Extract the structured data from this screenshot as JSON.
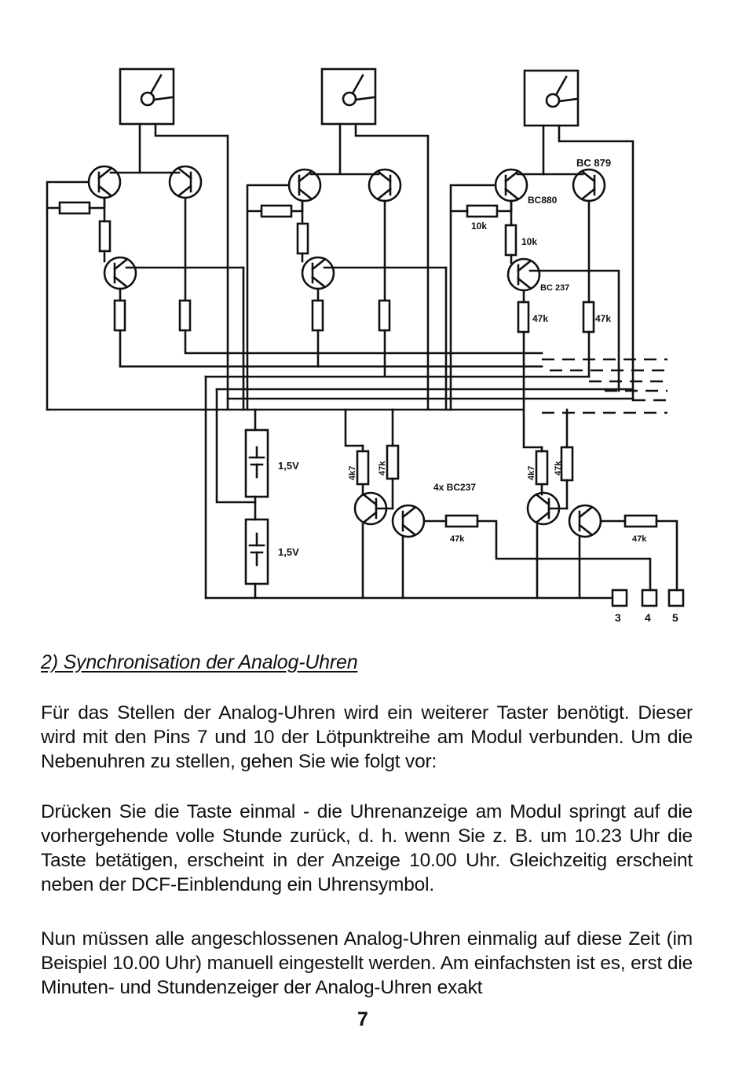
{
  "schematic": {
    "labels": {
      "bc879": "BC 879",
      "bc880": "BC880",
      "bc237": "BC 237",
      "r10k_a": "10k",
      "r10k_b": "10k",
      "r47k_a": "47k",
      "r47k_b": "47k",
      "battery1": "1,5V",
      "battery2": "1,5V",
      "r4k7_a": "4k7",
      "r47k_c": "47k",
      "transistors": "4x BC237",
      "r4k7_b": "4k7",
      "r47k_d": "47k",
      "r47k_e": "47k",
      "r47k_f": "47k",
      "pin3": "3",
      "pin4": "4",
      "pin5": "5"
    }
  },
  "section": {
    "heading": "2) Synchronisation der Analog-Uhren",
    "paragraphs": [
      "Für das Stellen der Analog-Uhren wird ein weiterer Taster benötigt. Dieser wird mit den Pins 7 und 10 der Lötpunktreihe am Modul verbunden. Um die Nebenuhren zu stellen, gehen Sie wie folgt vor:",
      "Drücken Sie die Taste einmal - die Uhrenanzeige am Modul springt auf die vorhergehende volle Stunde zurück, d. h. wenn Sie z. B. um 10.23 Uhr die Taste betätigen, erscheint in der Anzeige 10.00 Uhr. Gleichzeitig erscheint neben der DCF-Einblendung ein Uhrensymbol.",
      "Nun müssen alle angeschlossenen Analog-Uhren einmalig auf diese Zeit (im Beispiel 10.00 Uhr) manuell eingestellt werden. Am einfachsten ist es, erst die Minuten- und Stundenzeiger der Analog-Uhren exakt"
    ]
  },
  "page_number": "7"
}
